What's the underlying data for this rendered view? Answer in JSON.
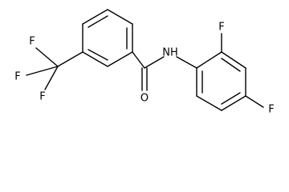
{
  "structure": {
    "atoms": {
      "f_top_left": "F",
      "f_left": "F",
      "f_bottom_left": "F",
      "oxygen": "O",
      "amide_nh": "NH",
      "f_ortho": "F",
      "f_para": "F"
    },
    "colors": {
      "bond": "#000000",
      "label": "#000000",
      "background": "#ffffff"
    }
  }
}
